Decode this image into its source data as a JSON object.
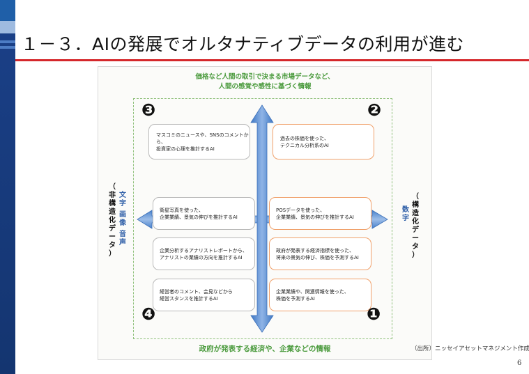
{
  "page": {
    "title": "１－３．AIの発展でオルタナティブデータの利用が進む",
    "page_number": "6",
    "source_note": "（出所）ニッセイアセットマネジメント作成"
  },
  "colors": {
    "accent_red": "#d5272b",
    "caption_green": "#4a9a3c",
    "label_blue": "#2f5fa8",
    "arrow_blue": "#5b8fd0",
    "orange_border": "#f0a06a"
  },
  "diagram": {
    "top_caption_line1": "価格など人間の取引で決まる市場データなど、",
    "top_caption_line2": "人間の感覚や感性に基づく情報",
    "bottom_caption": "政府が発表する経済や、企業などの情報",
    "left_axis": {
      "paren_open": "（",
      "name": [
        "非",
        "構",
        "造",
        "化",
        "デ",
        "ー",
        "タ"
      ],
      "paren_close": "）",
      "types_col1": [
        "文",
        "字"
      ],
      "types_col1b": [
        "画",
        "像"
      ],
      "types_col1c": [
        "音",
        "声"
      ]
    },
    "right_axis": {
      "paren_open": "（",
      "name": [
        "構",
        "造",
        "化",
        "デ",
        "ー",
        "タ"
      ],
      "paren_close": "）",
      "types": [
        "数",
        "字"
      ]
    },
    "quadrant_numbers": [
      "❸",
      "❷",
      "❹",
      "❶"
    ],
    "boxes_left": [
      {
        "line1": "マスコミのニュースや、SNSのコメントから、",
        "line2": "投資家の心理を推計するAI"
      },
      {
        "line1": "衛星写真を使った、",
        "line2": "企業業績、景気の伸びを推計するAI"
      },
      {
        "line1": "企業分析するアナリストレポートから、",
        "line2": "アナリストの業績の方向を推計するAI"
      },
      {
        "line1": "経営者のコメント、会見などから",
        "line2": "経営スタンスを推計するAI"
      }
    ],
    "boxes_right": [
      {
        "line1": "過去の株価を使った、",
        "line2": "テクニカル分析系のAI"
      },
      {
        "line1": "POSデータを使った、",
        "line2": "企業業績、景気の伸びを推計するAI"
      },
      {
        "line1": "政府が発表する経済指標を使った、",
        "line2": "将来の景気の伸び、株価を予測するAI"
      },
      {
        "line1": "企業業績や、関連情報を使った、",
        "line2": "株価を予測するAI"
      }
    ]
  }
}
